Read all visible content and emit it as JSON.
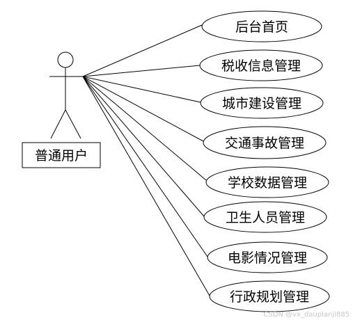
{
  "actor": {
    "label": "普通用户"
  },
  "use_cases": [
    {
      "label": "后台首页"
    },
    {
      "label": "税收信息管理"
    },
    {
      "label": "城市建设管理"
    },
    {
      "label": "交通事故管理"
    },
    {
      "label": "学校数据管理"
    },
    {
      "label": "卫生人员管理"
    },
    {
      "label": "电影情况管理"
    },
    {
      "label": "行政规划管理"
    }
  ],
  "watermark": "CSDN @vx_dauplanji885"
}
